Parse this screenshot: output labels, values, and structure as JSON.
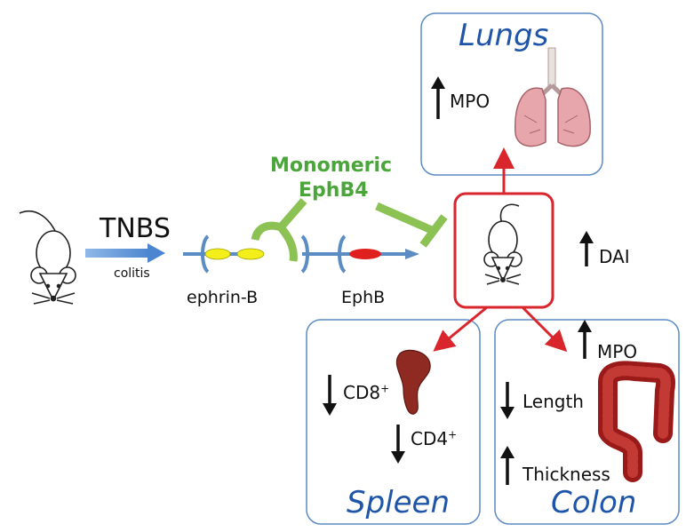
{
  "stimulus": {
    "name": "TNBS",
    "subtitle": "colitis"
  },
  "inhibitor": {
    "line1": "Monomeric",
    "line2": "EphB4"
  },
  "receptors": {
    "ligand": "ephrin-B",
    "receptor": "EphB"
  },
  "systemic": {
    "marker": "DAI",
    "direction": "up"
  },
  "organs": {
    "lungs": {
      "title": "Lungs",
      "marker": "MPO",
      "direction": "up"
    },
    "spleen": {
      "title": "Spleen",
      "markers": [
        {
          "label": "CD8",
          "sup": "+",
          "direction": "down"
        },
        {
          "label": "CD4",
          "sup": "+",
          "direction": "down"
        }
      ]
    },
    "colon": {
      "title": "Colon",
      "markers": [
        {
          "label": "MPO",
          "direction": "up"
        },
        {
          "label": "Length",
          "direction": "down"
        },
        {
          "label": "Thickness",
          "direction": "up"
        }
      ]
    }
  },
  "colors": {
    "box_border": "#5b8cc4",
    "red": "#d9262c",
    "green": "#8cc153",
    "blue_arrow": "#6fa0db",
    "title_blue": "#1f55a8"
  }
}
